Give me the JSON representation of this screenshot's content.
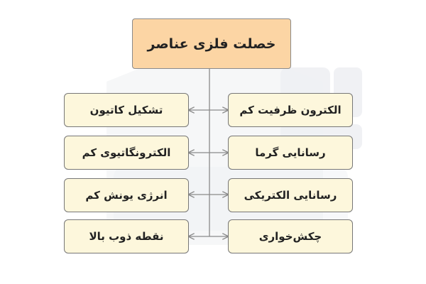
{
  "root": {
    "label": "خصلت فلزی عناصر"
  },
  "left_nodes": [
    {
      "label": "تشکیل کاتیون"
    },
    {
      "label": "الکترونگاتیوی کم"
    },
    {
      "label": "انرژی یونش کم"
    },
    {
      "label": "نقطه ذوب بالا"
    }
  ],
  "right_nodes": [
    {
      "label": "الکترون ظرفیت کم"
    },
    {
      "label": "رسانایی گرما"
    },
    {
      "label": "رسانایی الکتریکی"
    },
    {
      "label": "چکش‌خواری"
    }
  ],
  "colors": {
    "root_fill": "#fcd5a4",
    "node_fill": "#fdf7dc",
    "border": "#777777",
    "connector": "#8a8a8a"
  }
}
